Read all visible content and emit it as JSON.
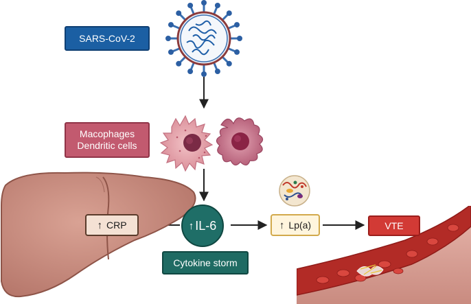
{
  "labels": {
    "virus": "SARS-CoV-2",
    "cells_line1": "Macophages",
    "cells_line2": "Dendritic cells",
    "crp": "CRP",
    "il6": "IL-6",
    "lpa": "Lp(a)",
    "vte": "VTE",
    "storm": "Cytokine storm",
    "up_arrow": "↑"
  },
  "icons": {
    "virus": "sars-cov-2-virus-icon",
    "macrophage": "macrophage-cell-icon",
    "dendritic": "dendritic-cell-icon",
    "liver": "liver-icon",
    "lipoprotein": "lipoprotein-particle-icon",
    "vessel": "blood-vessel-clot-icon"
  },
  "colors": {
    "virus_box": "#1b5fa3",
    "cells_box": "#c25a6f",
    "crp_box": "#f4e1d4",
    "il6": "#1f6e67",
    "lpa_box": "#fff5dd",
    "vte_box": "#d23a35",
    "storm_box": "#1f6b63",
    "liver": "#c98d80",
    "blood": "#b22b26"
  }
}
